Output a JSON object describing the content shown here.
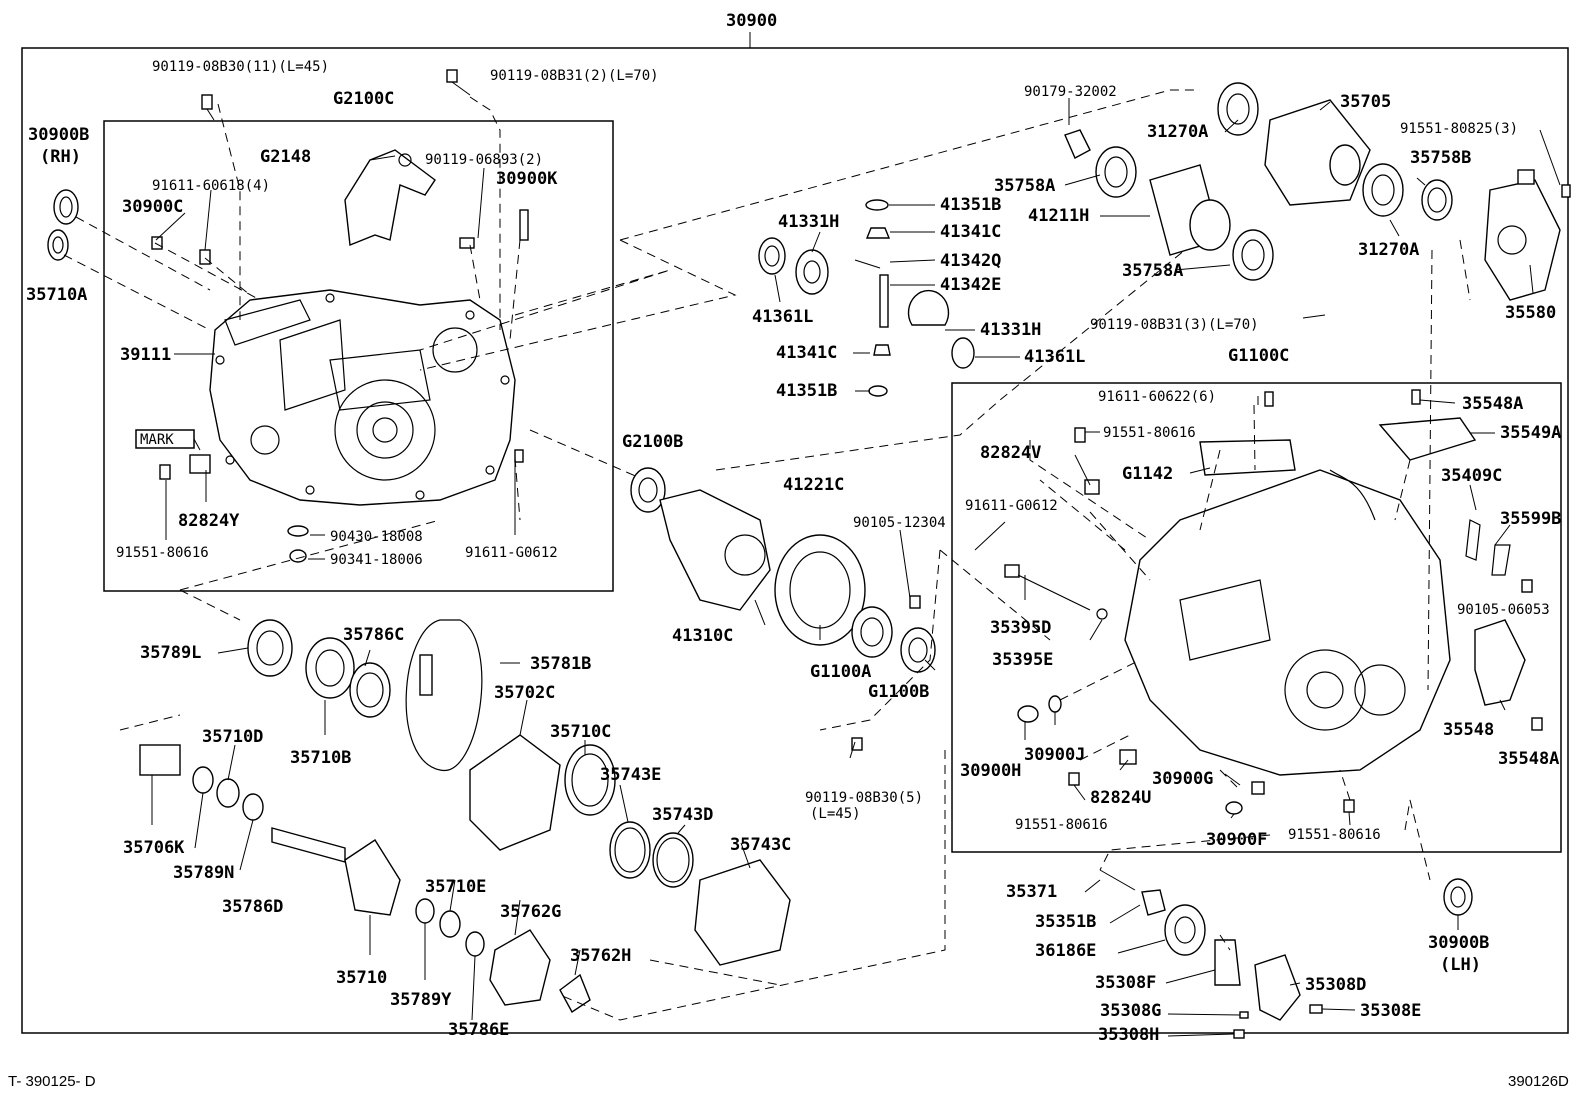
{
  "diagram": {
    "assembly_number": "30900",
    "footer_left": "T- 390125- D",
    "footer_right": "390126D",
    "mark_label": "MARK",
    "labels": [
      {
        "id": "30900top",
        "text": "30900"
      },
      {
        "id": "90119-08B30-11",
        "text": "90119-08B30(11)(L=45)"
      },
      {
        "id": "90119-08B31-2",
        "text": "90119-08B31(2)(L=70)"
      },
      {
        "id": "G2100C",
        "text": "G2100C"
      },
      {
        "id": "30900B-RH",
        "text": "30900B"
      },
      {
        "id": "RH",
        "text": "(RH)"
      },
      {
        "id": "G2148",
        "text": "G2148"
      },
      {
        "id": "90119-06893",
        "text": "90119-06893(2)"
      },
      {
        "id": "91611-60618",
        "text": "91611-60618(4)"
      },
      {
        "id": "30900K",
        "text": "30900K"
      },
      {
        "id": "30900C",
        "text": "30900C"
      },
      {
        "id": "35710A",
        "text": "35710A"
      },
      {
        "id": "39111",
        "text": "39111"
      },
      {
        "id": "82824Y",
        "text": "82824Y"
      },
      {
        "id": "91551-80616-a",
        "text": "91551-80616"
      },
      {
        "id": "90430-18008",
        "text": "90430-18008"
      },
      {
        "id": "90341-18006",
        "text": "90341-18006"
      },
      {
        "id": "91611-G0612-a",
        "text": "91611-G0612"
      },
      {
        "id": "90179-32002",
        "text": "90179-32002"
      },
      {
        "id": "35705",
        "text": "35705"
      },
      {
        "id": "31270A-a",
        "text": "31270A"
      },
      {
        "id": "91551-80825",
        "text": "91551-80825(3)"
      },
      {
        "id": "35758A-a",
        "text": "35758A"
      },
      {
        "id": "35758B",
        "text": "35758B"
      },
      {
        "id": "41351B-a",
        "text": "41351B"
      },
      {
        "id": "41211H",
        "text": "41211H"
      },
      {
        "id": "41331H-a",
        "text": "41331H"
      },
      {
        "id": "41341C-a",
        "text": "41341C"
      },
      {
        "id": "31270A-b",
        "text": "31270A"
      },
      {
        "id": "41342Q",
        "text": "41342Q"
      },
      {
        "id": "35758A-b",
        "text": "35758A"
      },
      {
        "id": "41342E",
        "text": "41342E"
      },
      {
        "id": "35580",
        "text": "35580"
      },
      {
        "id": "41361L-a",
        "text": "41361L"
      },
      {
        "id": "41331H-b",
        "text": "41331H"
      },
      {
        "id": "90119-08B31-3",
        "text": "90119-08B31(3)(L=70)"
      },
      {
        "id": "41341C-b",
        "text": "41341C"
      },
      {
        "id": "41361L-b",
        "text": "41361L"
      },
      {
        "id": "G1100C",
        "text": "G1100C"
      },
      {
        "id": "41351B-b",
        "text": "41351B"
      },
      {
        "id": "91611-60622",
        "text": "91611-60622(6)"
      },
      {
        "id": "35548A-a",
        "text": "35548A"
      },
      {
        "id": "35549A",
        "text": "35549A"
      },
      {
        "id": "91551-80616-b",
        "text": "91551-80616"
      },
      {
        "id": "G2100B",
        "text": "G2100B"
      },
      {
        "id": "82824V",
        "text": "82824V"
      },
      {
        "id": "G1142",
        "text": "G1142"
      },
      {
        "id": "35409C",
        "text": "35409C"
      },
      {
        "id": "41221C",
        "text": "41221C"
      },
      {
        "id": "91611-G0612-b",
        "text": "91611-G0612"
      },
      {
        "id": "90105-12304",
        "text": "90105-12304"
      },
      {
        "id": "35599B",
        "text": "35599B"
      },
      {
        "id": "90105-06053",
        "text": "90105-06053"
      },
      {
        "id": "35789L",
        "text": "35789L"
      },
      {
        "id": "35786C",
        "text": "35786C"
      },
      {
        "id": "41310C",
        "text": "41310C"
      },
      {
        "id": "35395D",
        "text": "35395D"
      },
      {
        "id": "35781B",
        "text": "35781B"
      },
      {
        "id": "G1100A",
        "text": "G1100A"
      },
      {
        "id": "35395E",
        "text": "35395E"
      },
      {
        "id": "35702C",
        "text": "35702C"
      },
      {
        "id": "G1100B",
        "text": "G1100B"
      },
      {
        "id": "35548",
        "text": "35548"
      },
      {
        "id": "35710B",
        "text": "35710B"
      },
      {
        "id": "35710C",
        "text": "35710C"
      },
      {
        "id": "35548A-b",
        "text": "35548A"
      },
      {
        "id": "35710D",
        "text": "35710D"
      },
      {
        "id": "30900J",
        "text": "30900J"
      },
      {
        "id": "30900H",
        "text": "30900H"
      },
      {
        "id": "35743E",
        "text": "35743E"
      },
      {
        "id": "90119-08B30-5",
        "text": "90119-08B30(5)"
      },
      {
        "id": "L45",
        "text": "(L=45)"
      },
      {
        "id": "82824U",
        "text": "82824U"
      },
      {
        "id": "30900G",
        "text": "30900G"
      },
      {
        "id": "35743D",
        "text": "35743D"
      },
      {
        "id": "91551-80616-c",
        "text": "91551-80616"
      },
      {
        "id": "30900F",
        "text": "30900F"
      },
      {
        "id": "91551-80616-d",
        "text": "91551-80616"
      },
      {
        "id": "35743C",
        "text": "35743C"
      },
      {
        "id": "35706K",
        "text": "35706K"
      },
      {
        "id": "35789N",
        "text": "35789N"
      },
      {
        "id": "35786D",
        "text": "35786D"
      },
      {
        "id": "35710E",
        "text": "35710E"
      },
      {
        "id": "35371",
        "text": "35371"
      },
      {
        "id": "35762G",
        "text": "35762G"
      },
      {
        "id": "35351B",
        "text": "35351B"
      },
      {
        "id": "30900B-LH",
        "text": "30900B"
      },
      {
        "id": "LH",
        "text": "(LH)"
      },
      {
        "id": "36186E",
        "text": "36186E"
      },
      {
        "id": "35762H",
        "text": "35762H"
      },
      {
        "id": "35710",
        "text": "35710"
      },
      {
        "id": "35308F",
        "text": "35308F"
      },
      {
        "id": "35308D",
        "text": "35308D"
      },
      {
        "id": "35789Y",
        "text": "35789Y"
      },
      {
        "id": "35308G",
        "text": "35308G"
      },
      {
        "id": "35308E",
        "text": "35308E"
      },
      {
        "id": "35786E",
        "text": "35786E"
      },
      {
        "id": "35308H",
        "text": "35308H"
      }
    ]
  }
}
